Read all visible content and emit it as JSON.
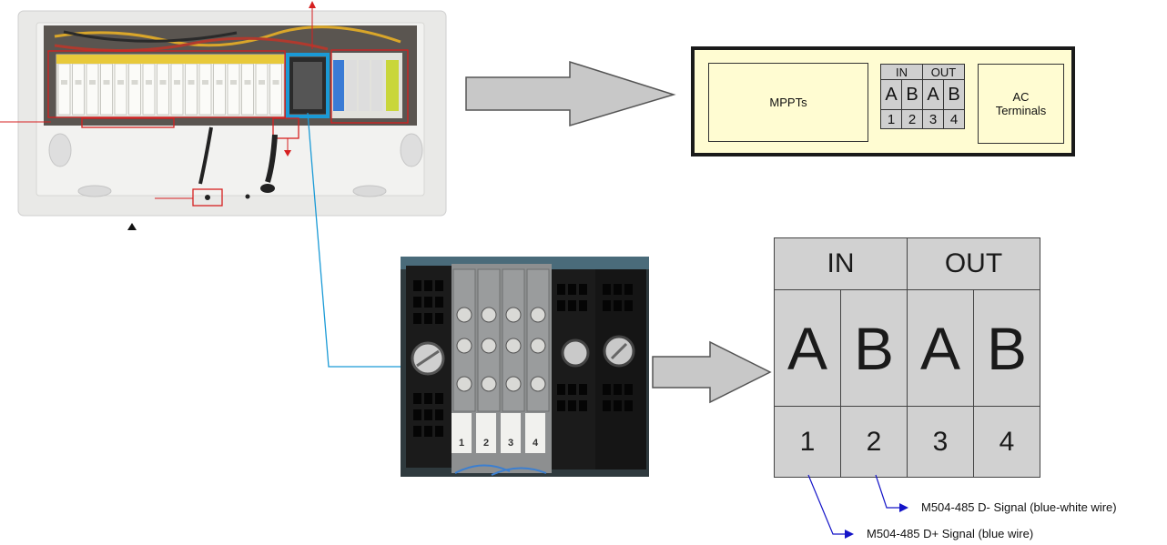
{
  "schematic": {
    "mppts": "MPPTs",
    "ac_terminals": "AC\nTerminals",
    "in": "IN",
    "out": "OUT",
    "letters": [
      "A",
      "B",
      "A",
      "B"
    ],
    "numbers": [
      "1",
      "2",
      "3",
      "4"
    ]
  },
  "terminal_table": {
    "in": "IN",
    "out": "OUT",
    "letters": [
      "A",
      "B",
      "A",
      "B"
    ],
    "numbers": [
      "1",
      "2",
      "3",
      "4"
    ]
  },
  "photo_terminal_labels": [
    "1",
    "2",
    "3",
    "4"
  ],
  "notes": {
    "d_minus": "M504-485 D- Signal (blue-white wire)",
    "d_plus": "M504-485 D+ Signal (blue wire)"
  },
  "colors": {
    "highlight_blue": "#1a9ad6",
    "callout_red": "#d62020",
    "arrow_gray": "#c8c8c8",
    "schematic_fill": "#fffcd2",
    "pointer_blue": "#1414c8"
  },
  "icons": {
    "arrows": "right-arrow-icon",
    "pointers": "arrowhead-icon"
  }
}
